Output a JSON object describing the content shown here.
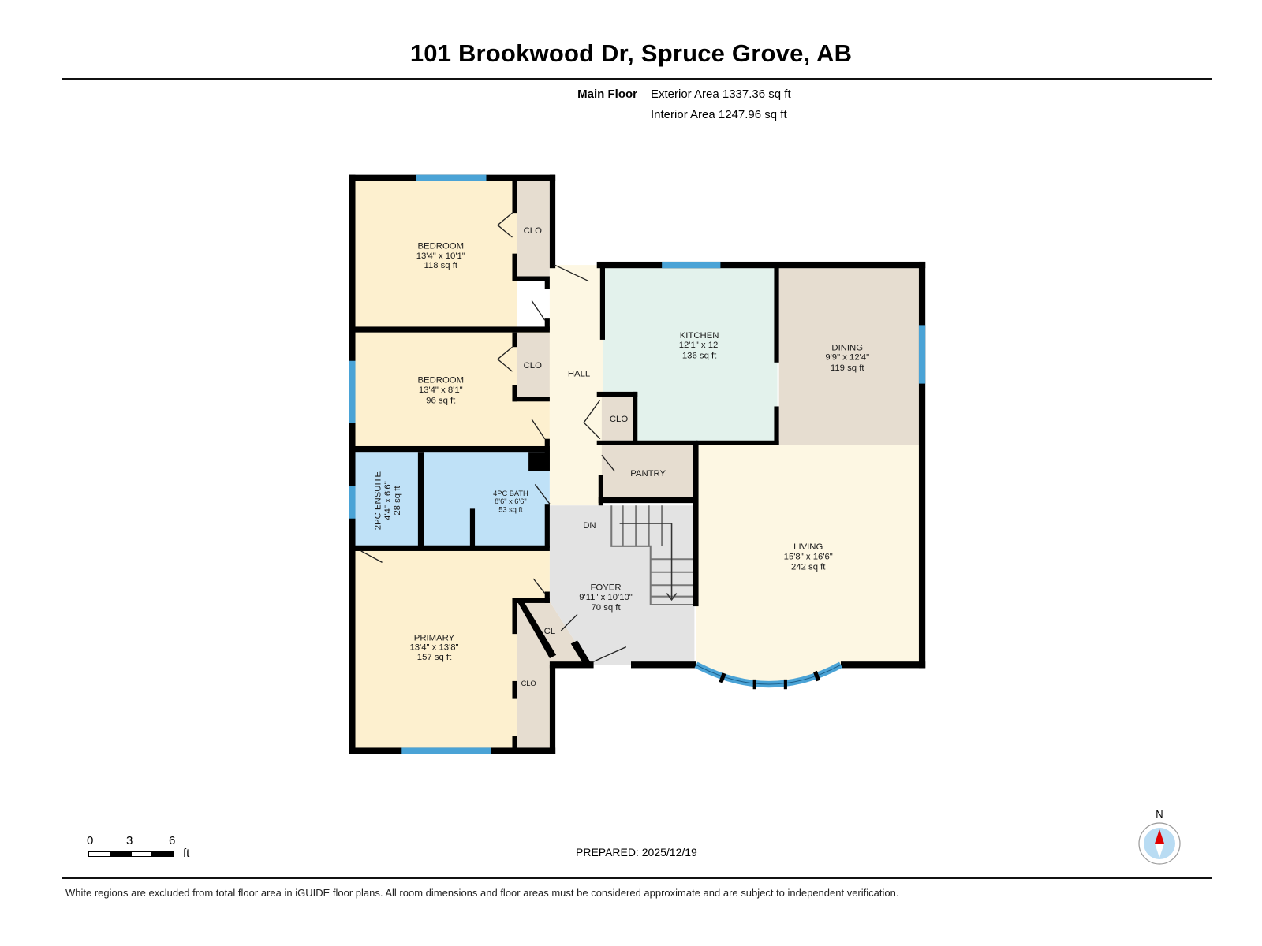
{
  "header": {
    "title": "101 Brookwood Dr, Spruce Grove, AB",
    "floor_name": "Main Floor",
    "exterior_area": "Exterior Area 1337.36 sq ft",
    "interior_area": "Interior Area 1247.96 sq ft"
  },
  "colors": {
    "bedroom": "#fdf0cf",
    "closet": "#e6ddd0",
    "bath": "#bfe1f7",
    "kitchen": "#e3f2ec",
    "dining": "#e6ddd0",
    "living": "#fdf7e3",
    "hall": "#fdf7e3",
    "foyer": "#e3e3e3",
    "wall": "#000000",
    "window": "#4aa3d6"
  },
  "rooms": {
    "bedroom1": {
      "name": "BEDROOM",
      "dims": "13'4\" x 10'1\"",
      "area": "118 sq ft"
    },
    "bedroom2": {
      "name": "BEDROOM",
      "dims": "13'4\" x 8'1\"",
      "area": "96 sq ft"
    },
    "ensuite": {
      "name": "2PC ENSUITE",
      "dims": "4'4\" x 6'6\"",
      "area": "28 sq ft"
    },
    "bath": {
      "name": "4PC BATH",
      "dims": "8'6\" x 6'6\"",
      "area": "53 sq ft"
    },
    "primary": {
      "name": "PRIMARY",
      "dims": "13'4\" x 13'8\"",
      "area": "157 sq ft"
    },
    "hall": {
      "name": "HALL"
    },
    "kitchen": {
      "name": "KITCHEN",
      "dims": "12'1\" x 12'",
      "area": "136 sq ft"
    },
    "dining": {
      "name": "DINING",
      "dims": "9'9\" x 12'4\"",
      "area": "119 sq ft"
    },
    "living": {
      "name": "LIVING",
      "dims": "15'8\" x 16'6\"",
      "area": "242 sq ft"
    },
    "foyer": {
      "name": "FOYER",
      "dims": "9'11\" x 10'10\"",
      "area": "70 sq ft"
    },
    "pantry": {
      "name": "PANTRY"
    },
    "clo1": {
      "name": "CLO"
    },
    "clo2": {
      "name": "CLO"
    },
    "clo3": {
      "name": "CLO"
    },
    "clo4": {
      "name": "CLO"
    },
    "cl": {
      "name": "CL"
    },
    "stairs": {
      "name": "DN"
    }
  },
  "scale_bar": {
    "tick0": "0",
    "tick1": "3",
    "tick2": "6",
    "unit": "ft"
  },
  "compass": {
    "label": "N"
  },
  "footer": {
    "prepared": "PREPARED: 2025/12/19",
    "disclaimer": "White regions are excluded from total floor area in iGUIDE floor plans. All room dimensions and floor areas must be considered approximate and are subject to independent verification."
  }
}
